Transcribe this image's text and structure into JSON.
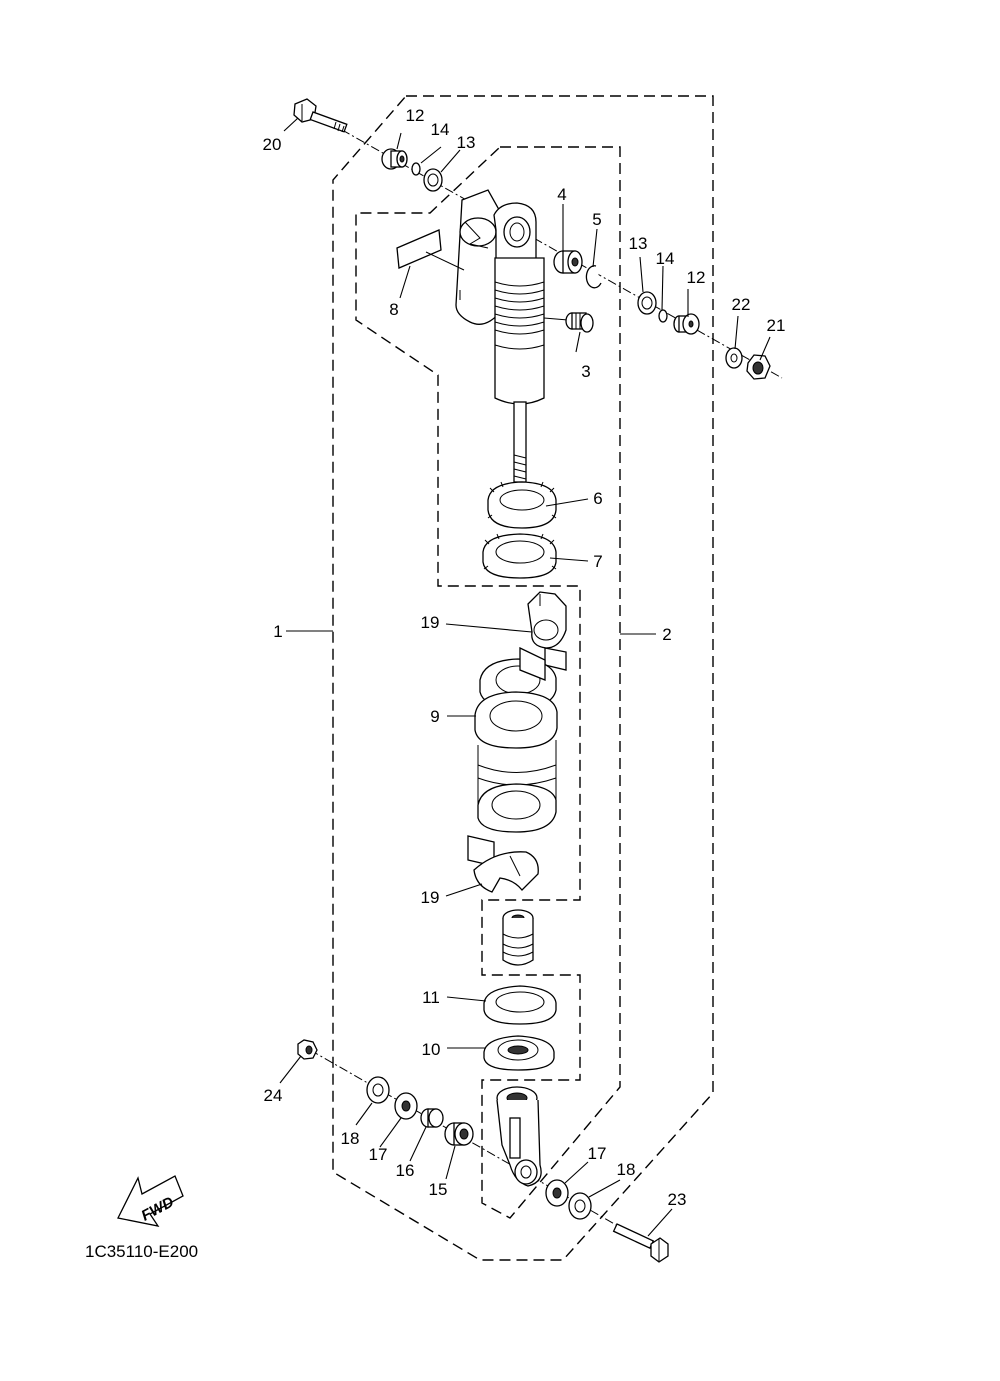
{
  "diagram_code": "1C35110-E200",
  "fwd_label": "FWD",
  "labels": {
    "p1": "1",
    "p2": "2",
    "p3": "3",
    "p4": "4",
    "p5": "5",
    "p6": "6",
    "p7": "7",
    "p8": "8",
    "p9": "9",
    "p10": "10",
    "p11": "11",
    "p12_top": "12",
    "p12_right": "12",
    "p13_top": "13",
    "p13_right": "13",
    "p14_top": "14",
    "p14_right": "14",
    "p15": "15",
    "p16": "16",
    "p17_left": "17",
    "p17_right": "17",
    "p18_left": "18",
    "p18_right": "18",
    "p19_top": "19",
    "p19_bottom": "19",
    "p20": "20",
    "p21": "21",
    "p22": "22",
    "p23": "23",
    "p24": "24"
  }
}
